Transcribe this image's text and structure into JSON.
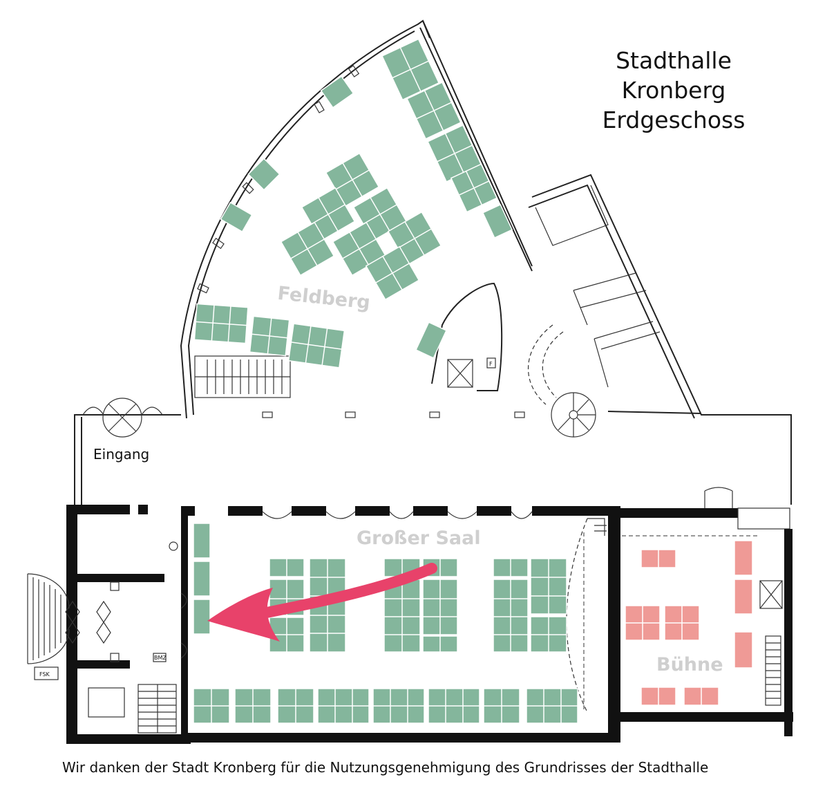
{
  "title": {
    "line1": "Stadthalle",
    "line2": "Kronberg",
    "line3": "Erdgeschoss"
  },
  "rooms": {
    "feldberg": "Feldberg",
    "grosser_saal": "Großer Saal",
    "buehne": "Bühne",
    "eingang": "Eingang"
  },
  "small_labels": {
    "fsk": "FSK",
    "bmz": "BMZ",
    "f": "F"
  },
  "caption": "Wir danken der Stadt Kronberg für die Nutzungsgenehmigung des Grundrisses der Stadthalle",
  "colors": {
    "table_green": "#84b69c",
    "table_pink": "#ef9a96",
    "arrow": "#e8426a",
    "room_label": "#cfcfcf"
  }
}
